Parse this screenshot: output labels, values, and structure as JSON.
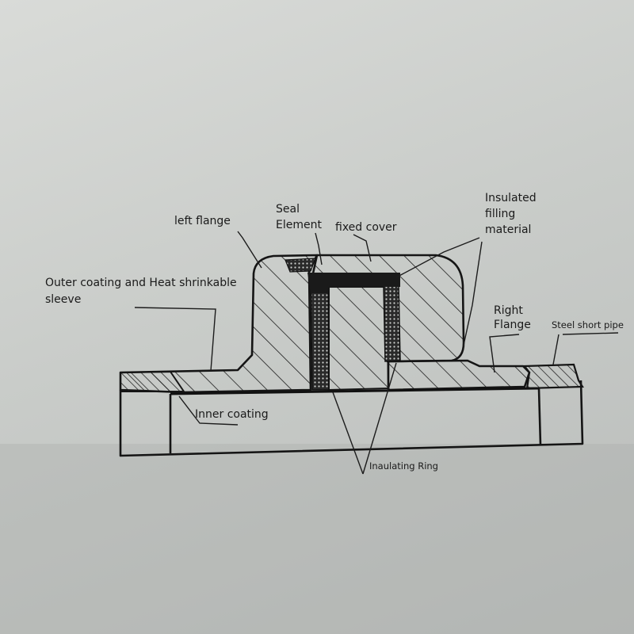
{
  "labels": {
    "left_flange": "left flange",
    "seal_1": "Seal",
    "seal_2": "Element",
    "fixed_cover": "fixed cover",
    "insulated_1": "Insulated",
    "insulated_2": "filling",
    "insulated_3": "material",
    "outer_1": "Outer coating and Heat shrinkable",
    "outer_2": "sleeve",
    "right_1": "Right",
    "right_2": "Flange",
    "steel_pipe": "Steel short  pipe",
    "inner_coating": "Inner  coating",
    "insulating_ring": "Inaulating  Ring"
  }
}
